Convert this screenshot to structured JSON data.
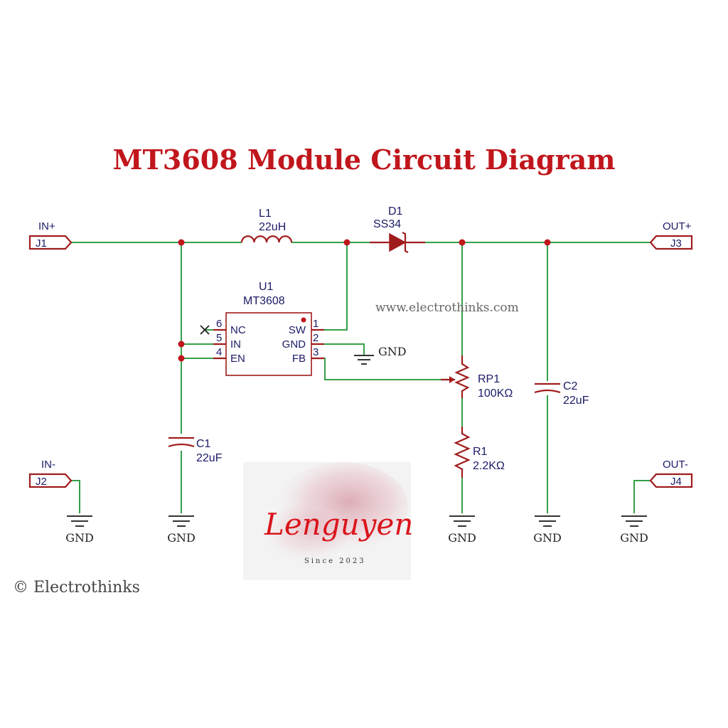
{
  "title": "MT3608 Module Circuit Diagram",
  "watermark_url": "www.electrothinks.com",
  "copyright": "© Electrothinks",
  "connectors": {
    "j1": {
      "ref": "J1",
      "net": "IN+"
    },
    "j2": {
      "ref": "J2",
      "net": "IN-"
    },
    "j3": {
      "ref": "J3",
      "net": "OUT+"
    },
    "j4": {
      "ref": "J4",
      "net": "OUT-"
    }
  },
  "components": {
    "l1": {
      "ref": "L1",
      "value": "22uH"
    },
    "d1": {
      "ref": "D1",
      "value": "SS34"
    },
    "u1": {
      "ref": "U1",
      "value": "MT3608"
    },
    "c1": {
      "ref": "C1",
      "value": "22uF"
    },
    "c2": {
      "ref": "C2",
      "value": "22uF"
    },
    "rp1": {
      "ref": "RP1",
      "value": "100KΩ"
    },
    "r1": {
      "ref": "R1",
      "value": "2.2KΩ"
    }
  },
  "ic_pins": {
    "nc": {
      "num": "6",
      "name": "NC"
    },
    "in": {
      "num": "5",
      "name": "IN"
    },
    "en": {
      "num": "4",
      "name": "EN"
    },
    "sw": {
      "num": "1",
      "name": "SW"
    },
    "gnd": {
      "num": "2",
      "name": "GND"
    },
    "fb": {
      "num": "3",
      "name": "FB"
    }
  },
  "ground_label": "GND",
  "logo": {
    "signature": "Lenguyen",
    "tagline": "Since 2023"
  },
  "colors": {
    "title": "#c0161c",
    "wire": "#34a048",
    "component": "#a01c1c",
    "label": "#1a1a66"
  }
}
